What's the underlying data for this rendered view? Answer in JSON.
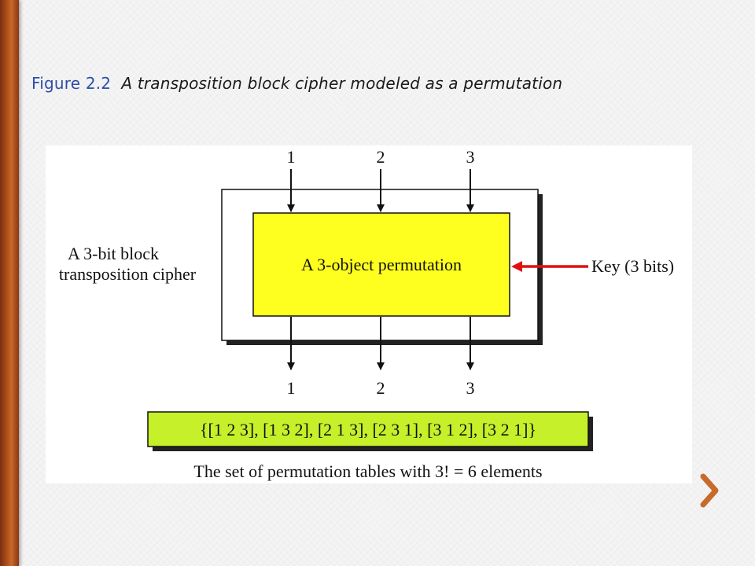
{
  "title": {
    "figure_label": "Figure 2.2",
    "caption": "A transposition  block cipher modeled as a permutation"
  },
  "diagram": {
    "input_labels": [
      "1",
      "2",
      "3"
    ],
    "output_labels": [
      "1",
      "2",
      "3"
    ],
    "cipher_label_line1": "A 3-bit block",
    "cipher_label_line2": "transposition cipher",
    "permutation_label": "A 3-object permutation",
    "key_label": "Key (3 bits)",
    "permutation_set": "{[1 2 3], [1 3 2], [2 1 3], [2 3 1], [3 1 2], [3 2 1]}",
    "set_caption": "The set of permutation tables with 3! = 6 elements"
  },
  "colors": {
    "figure_label": "#2e4da8",
    "permutation_box": "#ffff1f",
    "set_box": "#c6f02a",
    "key_arrow": "#e01010",
    "side_bar": "#b9561d",
    "next_icon": "#c86a2a"
  },
  "icons": {
    "next": "chevron-right-icon"
  }
}
